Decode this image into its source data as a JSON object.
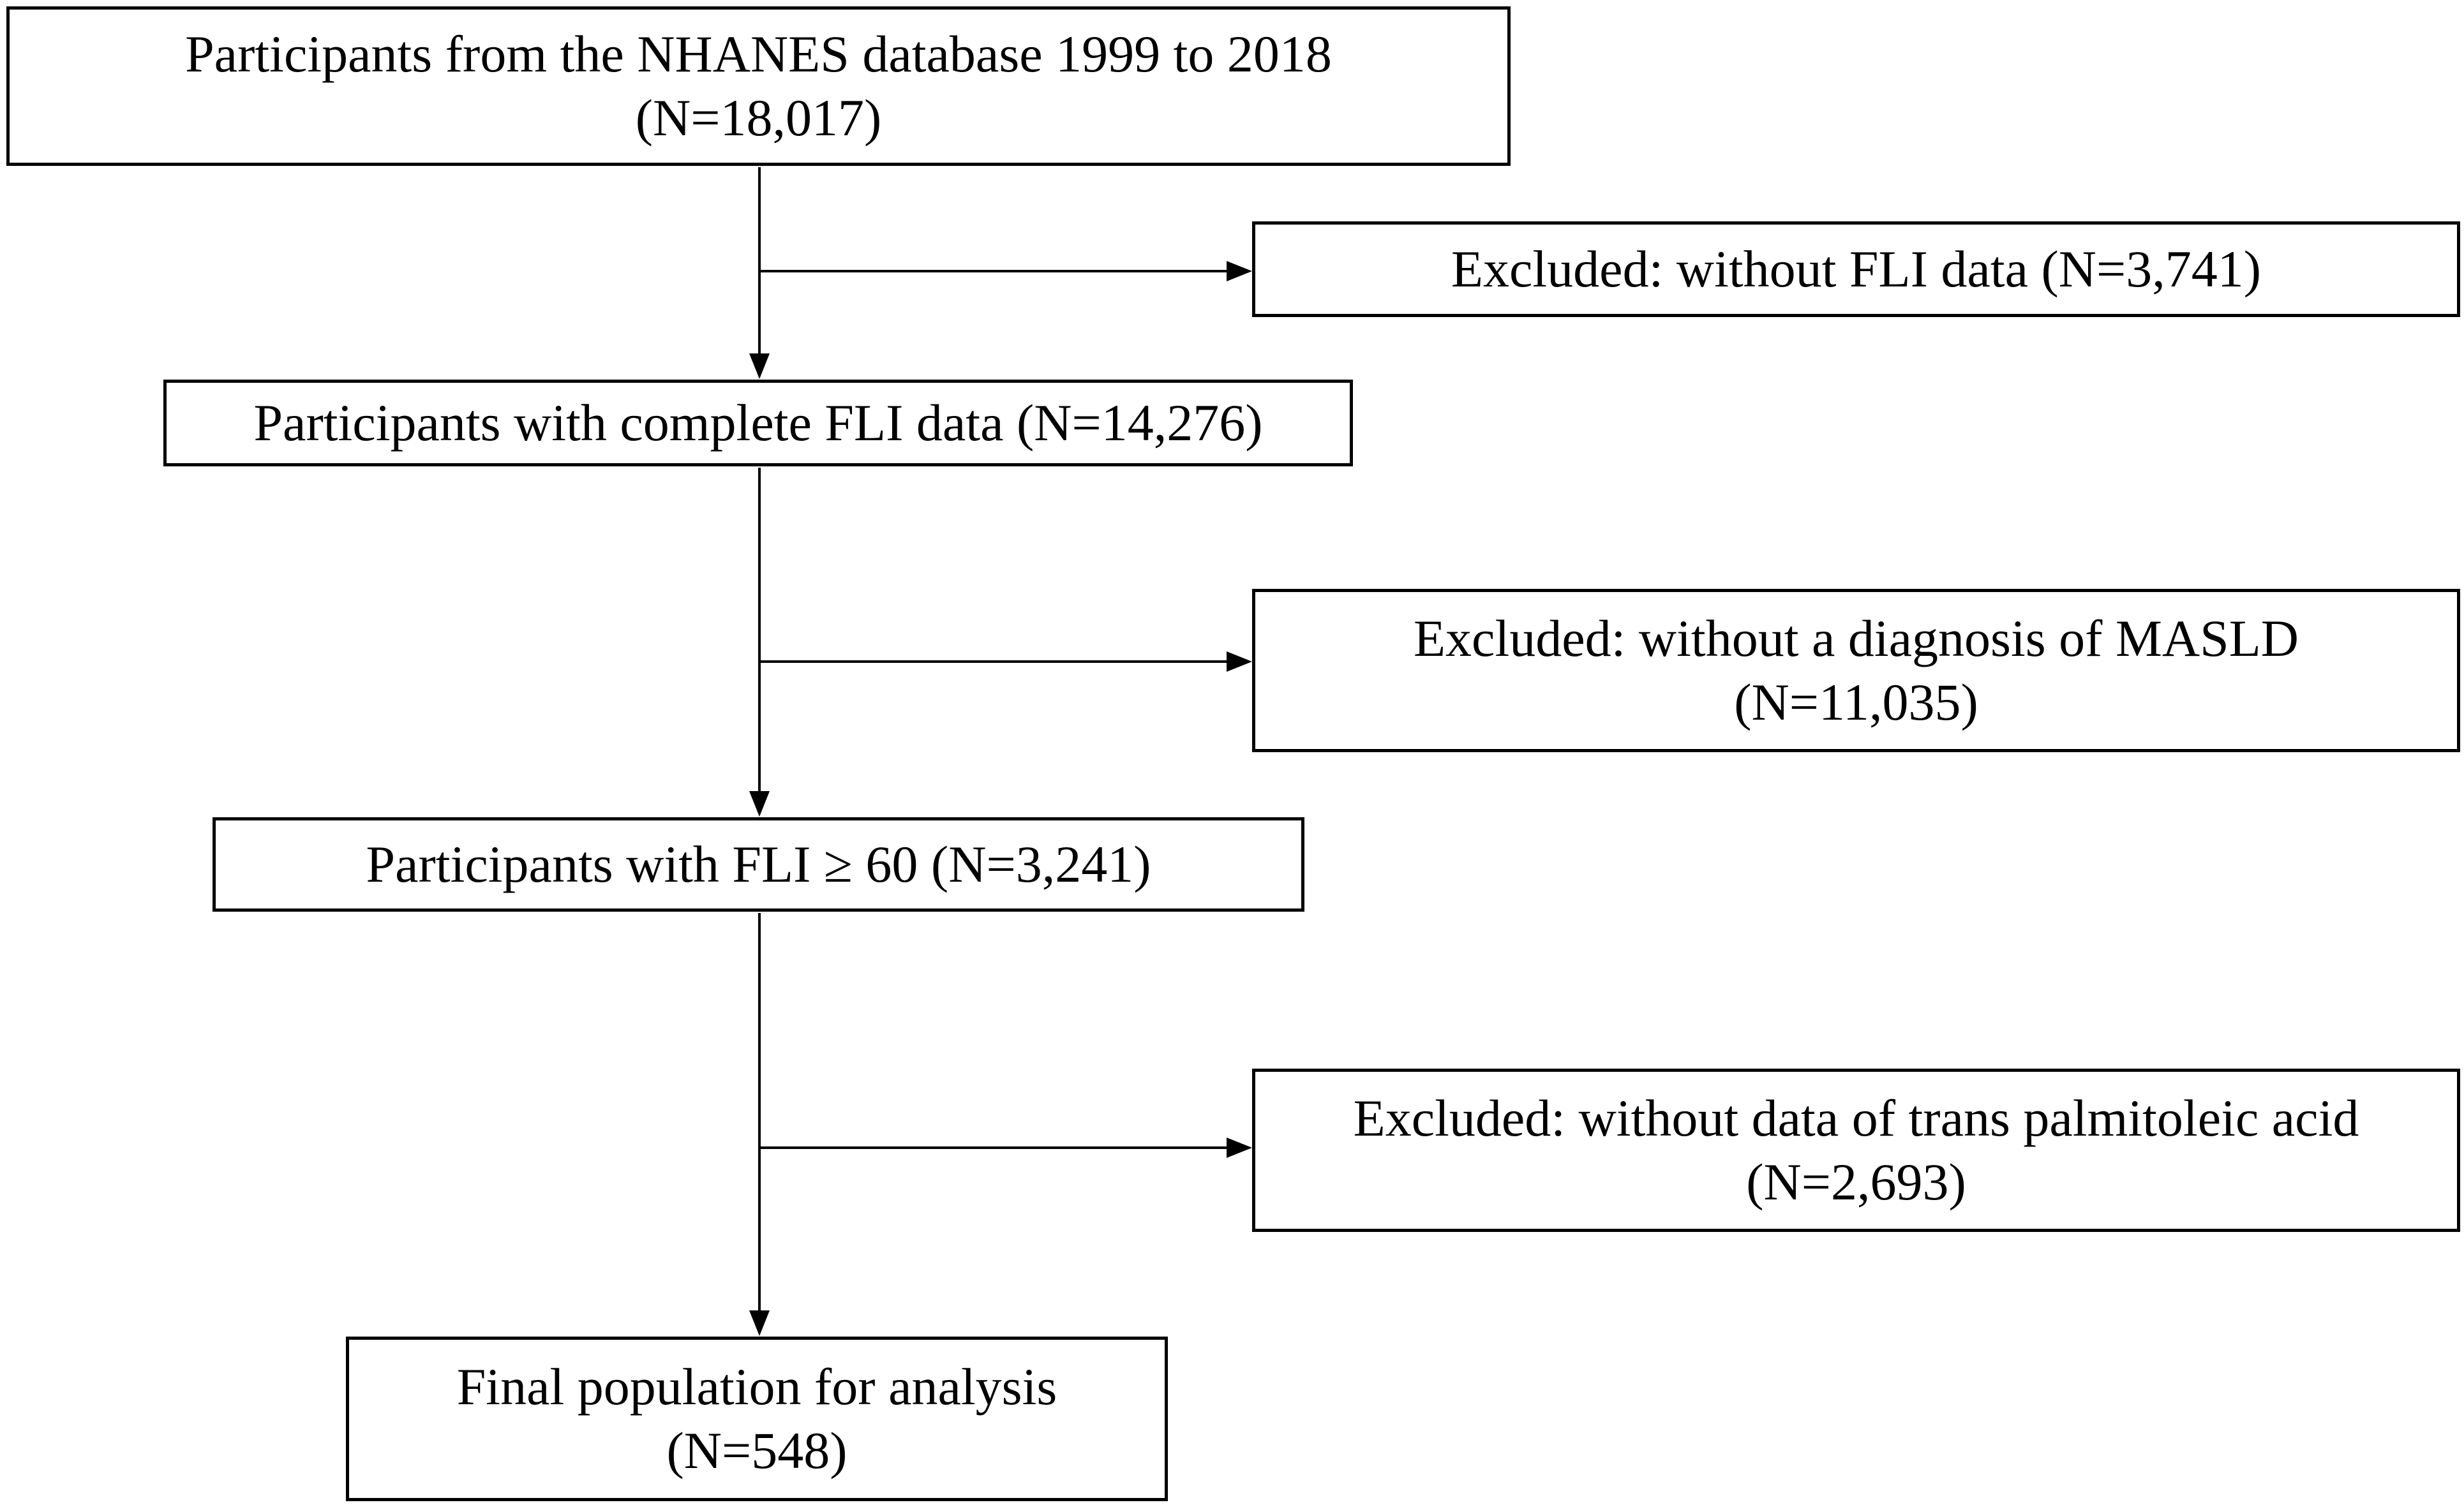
{
  "flowchart": {
    "start": {
      "line1": "Participants from the NHANES database 1999 to 2018",
      "line2": "(N=18,017)"
    },
    "exclusion_1": {
      "line1": "Excluded: without FLI data (N=3,741)"
    },
    "step_2": {
      "line1": "Participants with complete FLI data (N=14,276)"
    },
    "exclusion_2": {
      "line1": "Excluded:  without a diagnosis of MASLD",
      "line2": "(N=11,035)"
    },
    "step_3": {
      "line1": "Participants with FLI ≥ 60 (N=3,241)"
    },
    "exclusion_3": {
      "line1": "Excluded:  without data of trans palmitoleic acid",
      "line2": "(N=2,693)"
    },
    "final": {
      "line1": "Final population for analysis",
      "line2": "(N=548)"
    }
  }
}
